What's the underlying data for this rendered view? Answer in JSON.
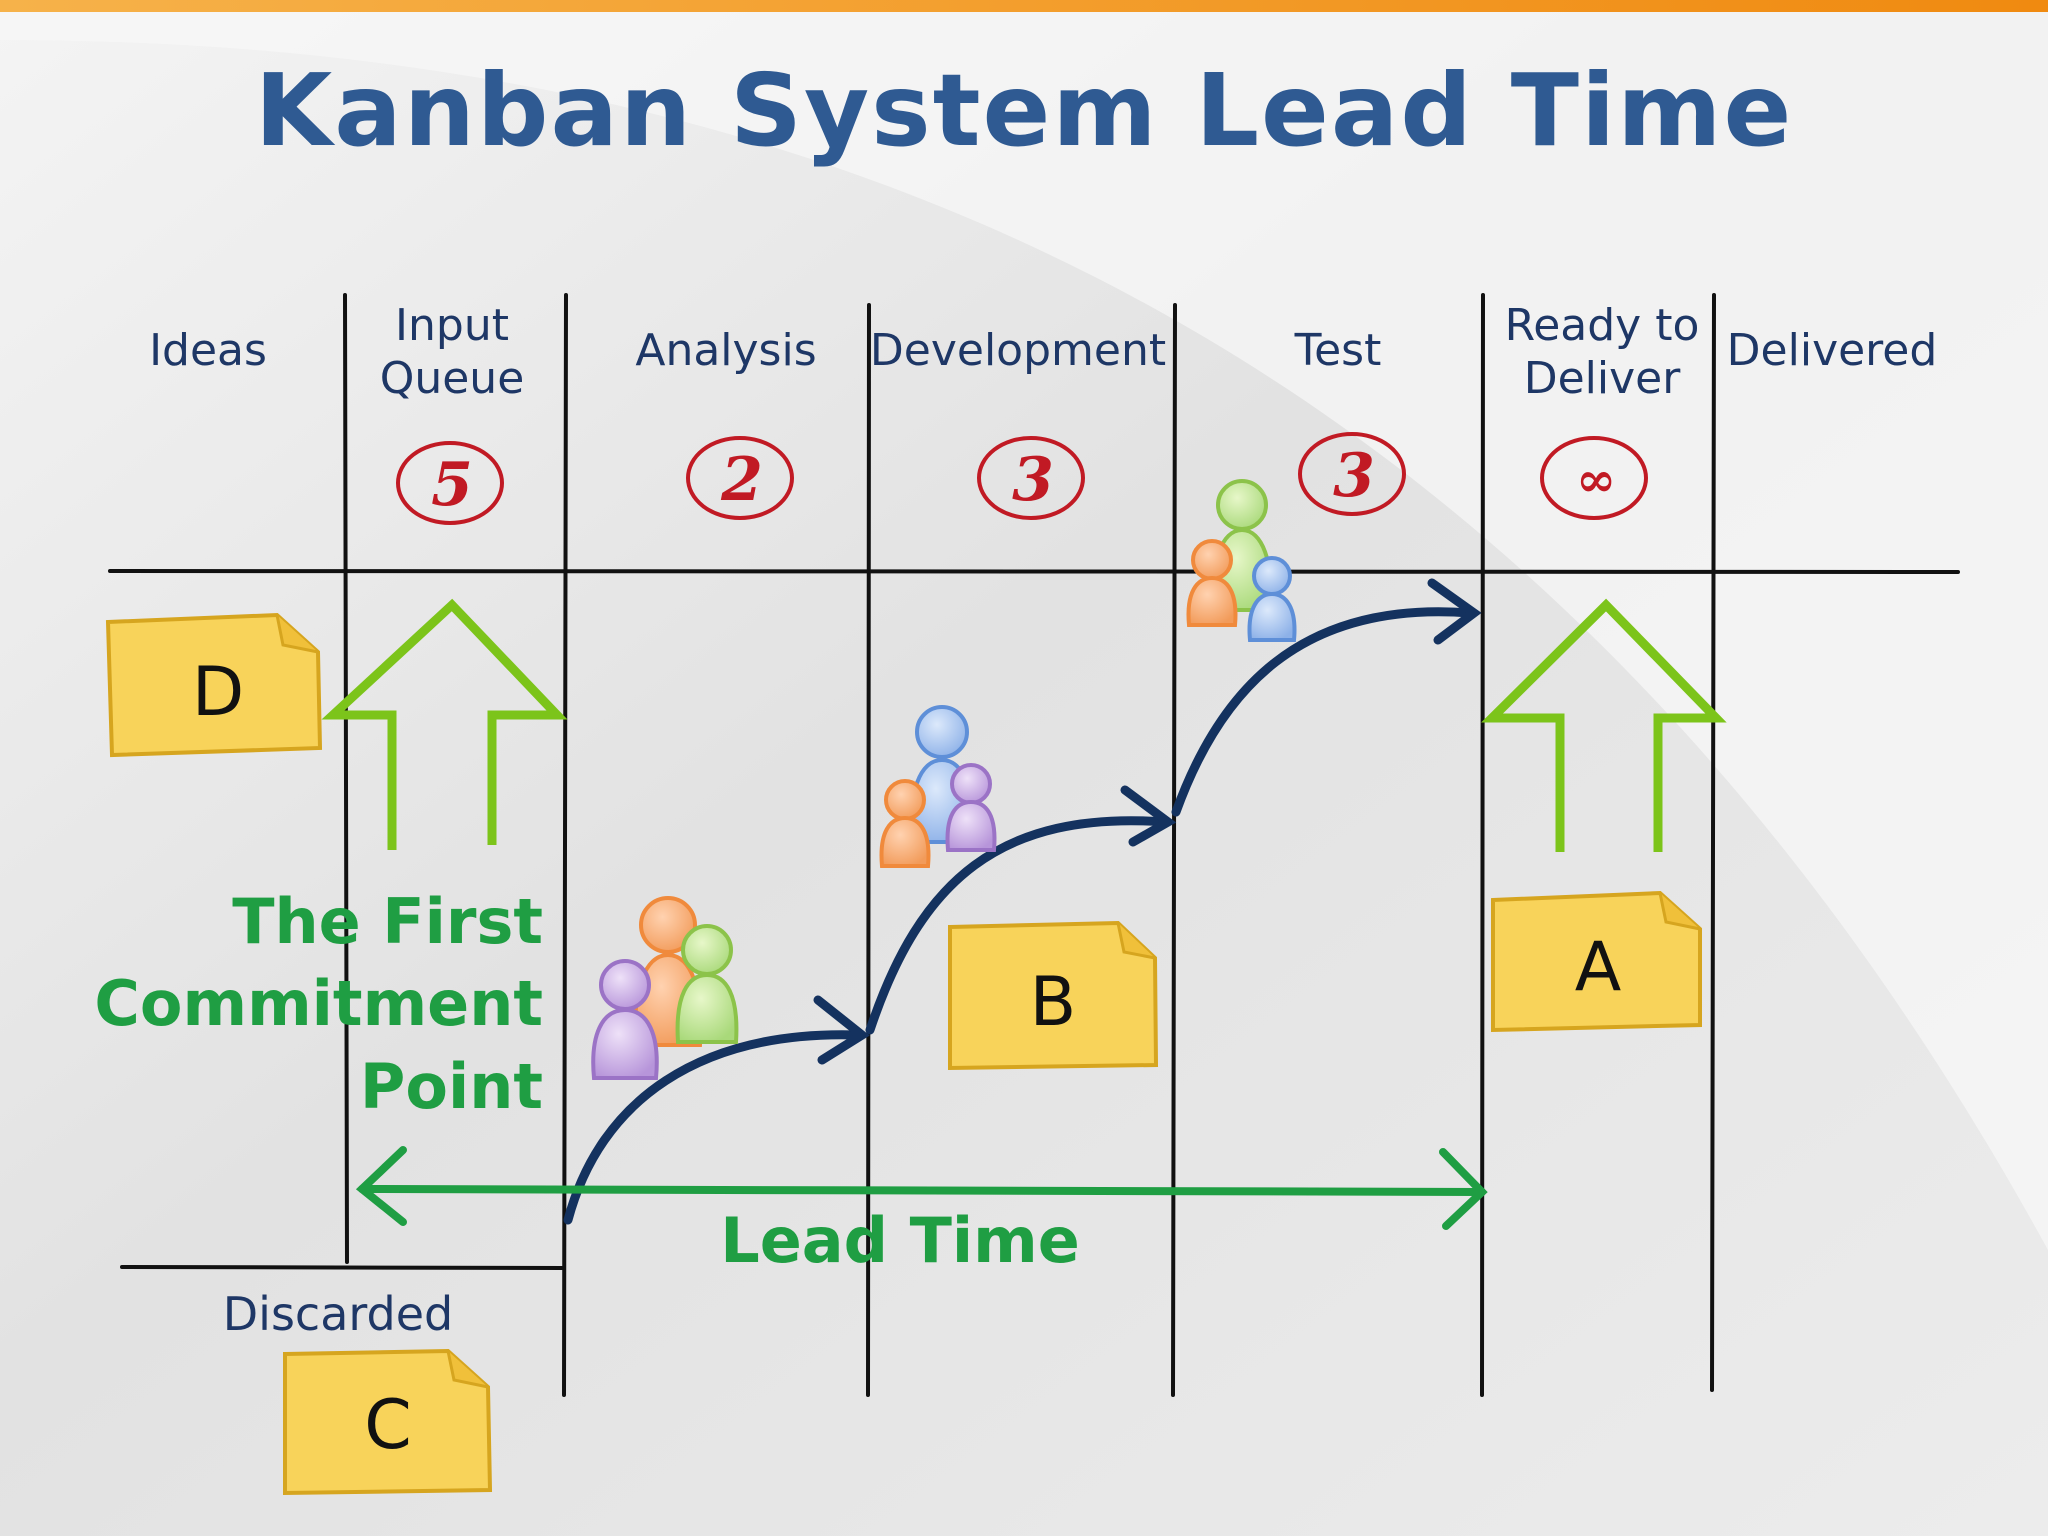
{
  "title": "Kanban System Lead Time",
  "columns": [
    {
      "name": "Ideas",
      "line1": "Ideas",
      "line2": "",
      "wip": ""
    },
    {
      "name": "Input Queue",
      "line1": "Input",
      "line2": "Queue",
      "wip": "5"
    },
    {
      "name": "Analysis",
      "line1": "Analysis",
      "line2": "",
      "wip": "2"
    },
    {
      "name": "Development",
      "line1": "Development",
      "line2": "",
      "wip": "3"
    },
    {
      "name": "Test",
      "line1": "Test",
      "line2": "",
      "wip": "3"
    },
    {
      "name": "Ready to Deliver",
      "line1": "Ready to",
      "line2": "Deliver",
      "wip": "∞"
    },
    {
      "name": "Delivered",
      "line1": "Delivered",
      "line2": "",
      "wip": ""
    }
  ],
  "discarded_label": "Discarded",
  "commitment_point": {
    "line1": "The First",
    "line2": "Commitment",
    "line3": "Point"
  },
  "lead_time_label": "Lead Time",
  "cards": [
    {
      "label": "D",
      "column": "Ideas"
    },
    {
      "label": "B",
      "column": "Development"
    },
    {
      "label": "A",
      "column": "Ready to Deliver"
    },
    {
      "label": "C",
      "column": "Discarded"
    }
  ],
  "colors": {
    "title": "#2f5a92",
    "wip": "#c11a24",
    "green": "#1f9e43",
    "arrow_green": "#7cc41a",
    "flow_curve": "#14325f",
    "card_fill": "#f8d35a",
    "card_stroke": "#d6a51f",
    "top_bar": "#f39a1e"
  }
}
